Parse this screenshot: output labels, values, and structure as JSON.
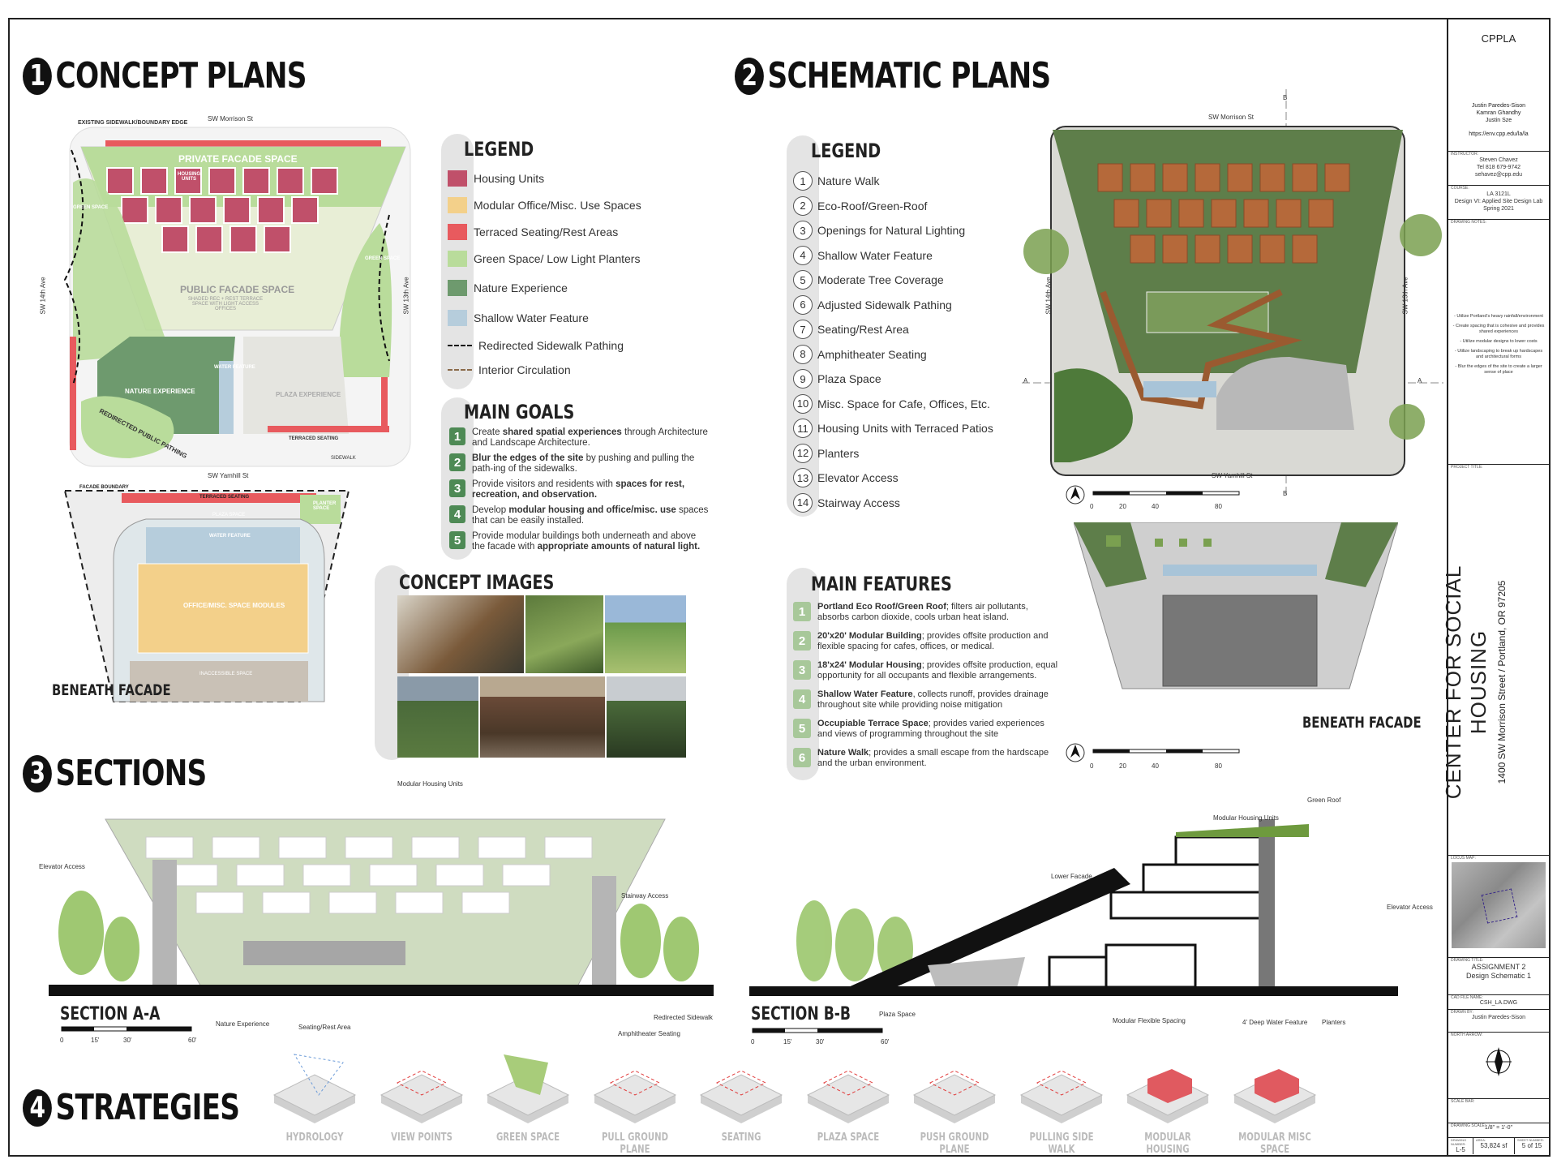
{
  "sections": {
    "concept": {
      "num": "1",
      "title": "CONCEPT PLANS"
    },
    "schematic": {
      "num": "2",
      "title": "SCHEMATIC PLANS"
    },
    "sections": {
      "num": "3",
      "title": "SECTIONS"
    },
    "strategies": {
      "num": "4",
      "title": "STRATEGIES"
    }
  },
  "concept_plan": {
    "existing_edge": "EXISTING SIDEWALK/BOUNDARY EDGE",
    "street_n": "SW Morrison St",
    "street_s": "SW Yamhill St",
    "street_w": "SW 14th Ave",
    "street_e": "SW 13th Ave",
    "private_facade": "PRIVATE FACADE SPACE",
    "housing_units": "HOUSING UNITS",
    "public_facade": "PUBLIC FACADE SPACE",
    "public_facade_sub": "SHADED REC + REST TERRACE SPACE WITH LIGHT ACCESS OFFICES",
    "green_space_w": "GREEN SPACE",
    "green_space_e": "GREEN SPACE",
    "nature_exp": "NATURE EXPERIENCE",
    "water_feature": "WATER FEATURE",
    "plaza_exp": "PLAZA EXPERIENCE",
    "redirected": "REDIRECTED PUBLIC PATHING",
    "terraced_seating": "TERRACED SEATING",
    "sidewalk": "SIDEWALK"
  },
  "beneath": {
    "facade_boundary": "FACADE BOUNDARY",
    "terraced_seating": "TERRACED SEATING",
    "planter_space": "PLANTER SPACE",
    "plaza_space": "PLAZA SPACE",
    "water_feature": "WATER FEATURE",
    "office_modules": "OFFICE/MISC. SPACE MODULES",
    "inaccessible": "INACCESSIBLE SPACE",
    "title": "BENEATH FACADE"
  },
  "legend1": {
    "title": "LEGEND",
    "items": [
      {
        "label": "Housing Units",
        "color": "#c0506a"
      },
      {
        "label": "Modular Office/Misc. Use Spaces",
        "color": "#f3d08a"
      },
      {
        "label": "Terraced Seating/Rest Areas",
        "color": "#e85a5e"
      },
      {
        "label": "Green Space/ Low Light Planters",
        "color": "#b9dc9b"
      },
      {
        "label": "Nature Experience",
        "color": "#6e9a6e"
      },
      {
        "label": "Shallow Water Feature",
        "color": "#b6cddc"
      },
      {
        "label": "Redirected Sidewalk Pathing",
        "color": "#111111"
      },
      {
        "label": "Interior Circulation",
        "color": "#8a6a4a"
      }
    ]
  },
  "goals": {
    "title": "MAIN GOALS",
    "items": [
      {
        "num": "1",
        "pre": "Create ",
        "bold": "shared spatial experiences",
        "post": " through Architecture and Landscape Architecture."
      },
      {
        "num": "2",
        "pre": "",
        "bold": "Blur the edges of the site",
        "post": " by pushing and pulling the path-ing of the sidewalks."
      },
      {
        "num": "3",
        "pre": "Provide visitors and residents with ",
        "bold": "spaces for rest, recreation, and observation.",
        "post": ""
      },
      {
        "num": "4",
        "pre": "Develop ",
        "bold": "modular housing and office/misc. use",
        "post": " spaces that can be easily installed."
      },
      {
        "num": "5",
        "pre": "Provide modular buildings both underneath and above the facade with ",
        "bold": "appropriate amounts of natural light.",
        "post": ""
      }
    ]
  },
  "concept_images": {
    "title": "CONCEPT IMAGES"
  },
  "legend2": {
    "title": "LEGEND",
    "items": [
      {
        "num": "1",
        "label": "Nature Walk"
      },
      {
        "num": "2",
        "label": "Eco-Roof/Green-Roof"
      },
      {
        "num": "3",
        "label": "Openings for Natural Lighting"
      },
      {
        "num": "4",
        "label": "Shallow Water Feature"
      },
      {
        "num": "5",
        "label": "Moderate Tree Coverage"
      },
      {
        "num": "6",
        "label": "Adjusted Sidewalk Pathing"
      },
      {
        "num": "7",
        "label": "Seating/Rest Area"
      },
      {
        "num": "8",
        "label": "Amphitheater Seating"
      },
      {
        "num": "9",
        "label": "Plaza Space"
      },
      {
        "num": "10",
        "label": "Misc. Space for Cafe, Offices, Etc."
      },
      {
        "num": "11",
        "label": "Housing Units with Terraced Patios"
      },
      {
        "num": "12",
        "label": "Planters"
      },
      {
        "num": "13",
        "label": "Elevator Access"
      },
      {
        "num": "14",
        "label": "Stairway Access"
      }
    ]
  },
  "features": {
    "title": "MAIN FEATURES",
    "items": [
      {
        "num": "1",
        "bold": "Portland Eco Roof/Green Roof",
        "rest": "; filters air pollutants, absorbs carbon dioxide, cools urban heat island."
      },
      {
        "num": "2",
        "bold": "20'x20' Modular Building",
        "rest": "; provides offsite production and flexible spacing for cafes, offices, or medical."
      },
      {
        "num": "3",
        "bold": "18'x24' Modular Housing",
        "rest": "; provides offsite production,  equal opportunity for all occupants and flexible arrangements."
      },
      {
        "num": "4",
        "bold": "Shallow Water Feature",
        "rest": ", collects runoff, provides drainage throughout site while providing noise mitigation"
      },
      {
        "num": "5",
        "bold": "Occupiable Terrace Space",
        "rest": "; provides varied experiences and views of programming throughout the site"
      },
      {
        "num": "6",
        "bold": "Nature Walk",
        "rest": "; provides a small escape from the hardscape and the urban environment."
      }
    ]
  },
  "schem_plan": {
    "street_n": "SW Morrison St",
    "street_s": "SW Yamhill St",
    "street_w": "SW 14th Ave",
    "street_e": "SW 13th Ave",
    "cut_a": "A",
    "cut_b": "B",
    "scale": [
      "0",
      "20",
      "40",
      "80"
    ],
    "beneath_title": "BENEATH FACADE"
  },
  "section_a": {
    "title": "SECTION A-A",
    "modular": "Modular Housing Units",
    "elevator": "Elevator Access",
    "stairway": "Stairway Access",
    "nature": "Nature Experience",
    "seating": "Seating/Rest Area",
    "redirected": "Redirected Sidewalk",
    "amphitheater": "Amphitheater Seating",
    "scale": [
      "0",
      "15'",
      "30'",
      "60'"
    ]
  },
  "section_b": {
    "title": "SECTION B-B",
    "green_roof": "Green Roof",
    "modular": "Modular Housing Units",
    "lower_facade": "Lower Facade",
    "elevator": "Elevator Access",
    "plaza": "Plaza Space",
    "flexible": "Modular Flexible Spacing",
    "water": "4' Deep Water Feature",
    "planters": "Planters",
    "scale": [
      "0",
      "15'",
      "30'",
      "60'"
    ]
  },
  "strategies": [
    "HYDROLOGY",
    "VIEW POINTS",
    "GREEN SPACE",
    "PULL GROUND PLANE",
    "SEATING",
    "PLAZA SPACE",
    "PUSH GROUND PLANE",
    "PULLING SIDE WALK",
    "MODULAR HOUSING",
    "MODULAR MISC SPACE"
  ],
  "title_block": {
    "org": "CPPLA",
    "students": [
      "Justin Paredes-Sison",
      "Kamran Ghandhy",
      "Justin Sze"
    ],
    "url": "https://env.cpp.edu/la/la",
    "instructor_lbl": "INSTRUCTOR:",
    "instructor": [
      "Steven Chavez",
      "Tel 818 679-9742",
      "sehavez@cpp.edu"
    ],
    "course_lbl": "COURSE:",
    "course": [
      "LA 3121L",
      "Design VI: Applied Site Design Lab",
      "Spring 2021"
    ],
    "notes_lbl": "DRAWING NOTES:",
    "notes": [
      "- Utilize Portland's heavy rainfall/environment",
      "- Create spacing that is cohesive and provides shared experiences",
      "- Utilize modular designs to lower costs",
      "- Utilize landscaping to break up hardscapes and architectural forms",
      "- Blur the edges of the site to create a larger sense of place"
    ],
    "project_lbl": "PROJECT TITLE:",
    "project": "CENTER FOR SOCIAL HOUSING",
    "address": "1400 SW Morrison Street / Portland, OR  97205",
    "locus_lbl": "LOCUS MAP:",
    "drawing_title_lbl": "DRAWING TITLE:",
    "drawing_title": [
      "ASSIGNMENT 2",
      "Design Schematic 1"
    ],
    "cad_lbl": "CAD FILE NAME:",
    "cad": "CSH_LA.DWG",
    "drawn_lbl": "DRAWN BY:",
    "drawn": "Justin Paredes-Sison",
    "north_lbl": "NORTH ARROW:",
    "scale_lbl": "SCALE BAR:",
    "drawing_scale_lbl": "DRAWING SCALE:",
    "drawing_scale": "1/8\" = 1'-0\"",
    "dwg_num_lbl": "DRAWING NUMBER:",
    "area_lbl": "AREA:",
    "sheet_lbl": "SHEET NUMBER:",
    "dwg_num": "L-5",
    "area": "53,824 sf",
    "sheet": "5 of 15"
  }
}
